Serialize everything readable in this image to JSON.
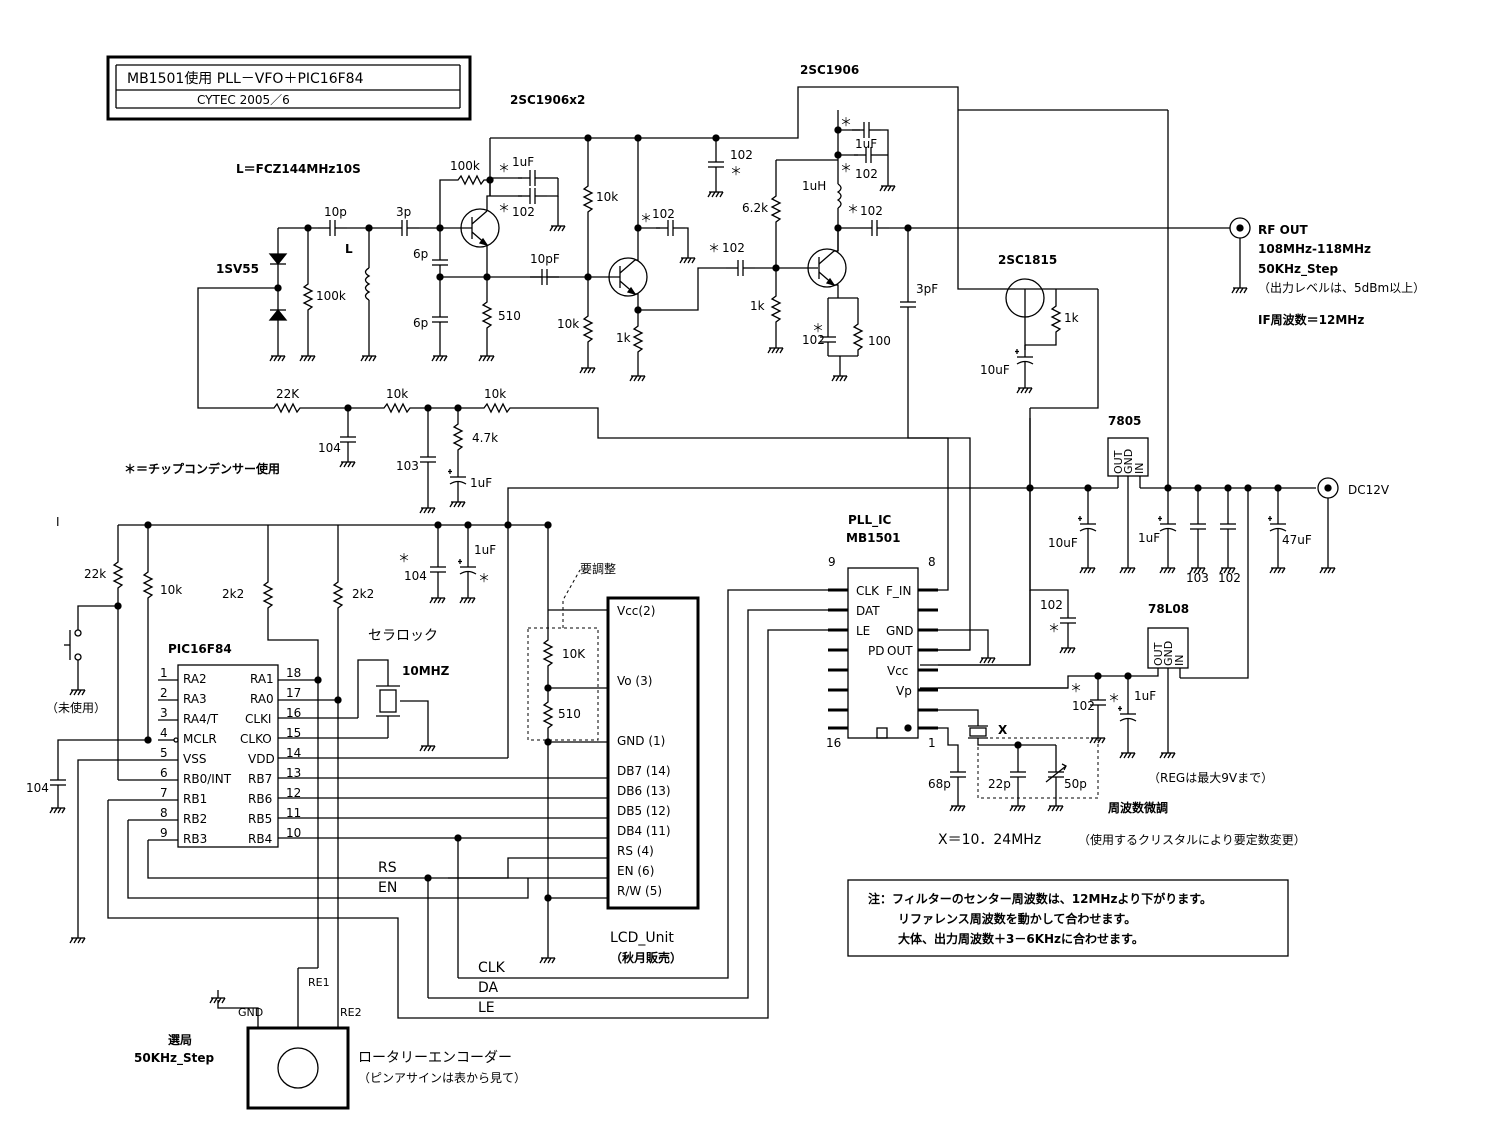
{
  "title_box": {
    "title": "MB1501使用 PLL－VFO＋PIC16F84",
    "credit": "CYTEC 2005／6"
  },
  "transistors": {
    "osc_buffer": "2SC1906x2",
    "amp": "2SC1906",
    "switch": "2SC1815"
  },
  "coil": {
    "spec": "L＝FCZ144MHz10S",
    "ref": "L"
  },
  "varicap": "1SV55",
  "rf_out": {
    "label": "RF OUT",
    "range": "108MHz-118MHz",
    "step": "50KHz_Step",
    "level_note": "（出力レベルは、5dBm以上）",
    "if_freq": "IF周波数＝12MHz"
  },
  "chip_note": "＊＝チップコンデンサー使用",
  "regulators": {
    "r1": "7805",
    "r2": "78L08",
    "pins": [
      "OUT",
      "GND",
      "IN"
    ],
    "reg_note": "（REGは最大9Vまで）"
  },
  "dc_in": "DC12V",
  "pll": {
    "label": "PLL_IC",
    "part": "MB1501",
    "pins_left": [
      "CLK",
      "DAT",
      "LE"
    ],
    "pins_right": [
      "F_IN",
      "GND",
      "OUT",
      "Vcc",
      "Vp"
    ],
    "pd_label": "PD",
    "pin9": "9",
    "pin8": "8",
    "pin16": "16",
    "pin1": "1"
  },
  "mcu": {
    "part": "PIC16F84",
    "left_names": [
      "RA2",
      "RA3",
      "RA4/T",
      "MCLR",
      "VSS",
      "RB0/INT",
      "RB1",
      "RB2",
      "RB3"
    ],
    "left_nums": [
      "1",
      "2",
      "3",
      "4",
      "5",
      "6",
      "7",
      "8",
      "9"
    ],
    "right_names": [
      "RA1",
      "RA0",
      "CLKI",
      "CLKO",
      "VDD",
      "RB7",
      "RB6",
      "RB5",
      "RB4"
    ],
    "right_nums": [
      "18",
      "17",
      "16",
      "15",
      "14",
      "13",
      "12",
      "11",
      "10"
    ]
  },
  "ceramic": {
    "label": "セラロック",
    "freq": "10MHZ"
  },
  "lcd": {
    "pins": [
      "Vcc(2)",
      "Vo (3)",
      "GND (1)",
      "DB7 (14)",
      "DB6 (13)",
      "DB5 (12)",
      "DB4 (11)",
      "RS  (4)",
      "EN  (6)",
      "R/W (5)"
    ],
    "name": "LCD_Unit",
    "vendor": "（秋月販売）",
    "adjust": "要調整"
  },
  "signals": {
    "rs": "RS",
    "en": "EN",
    "clk": "CLK",
    "da": "DA",
    "le": "LE"
  },
  "encoder": {
    "title": "選局",
    "step": "50KHz_Step",
    "gnd": "GND",
    "re1": "RE1",
    "re2": "RE2",
    "name": "ロータリーエンコーダー",
    "note": "（ピンアサインは表から見て）"
  },
  "unused": "（未使用）",
  "crystal": {
    "x": "X",
    "freq": "X＝10．24MHz",
    "note": "（使用するクリスタルにより要定数変更）",
    "trim": "周波数微調"
  },
  "notes": {
    "n1": "注：フィルターのセンター周波数は、12MHzより下がります。",
    "n2": "リファレンス周波数を動かして合わせます。",
    "n3": "大体、出力周波数＋3－6KHzに合わせます。"
  },
  "components": {
    "r100k_b": "100k",
    "c1u_a": "1uF",
    "c102_a": "102",
    "r10k_a": "10k",
    "c102_b": "102",
    "c102_top": "102",
    "c1u_top": "1uF",
    "c102_c": "102",
    "l1uh": "1uH",
    "r62k": "6.2k",
    "c102_out": "102",
    "c10p": "10p",
    "c3p": "3p",
    "c6p_a": "6p",
    "c6p_b": "6p",
    "r100k_v": "100k",
    "r510": "510",
    "c10pF": "10pF",
    "r10k_b": "10k",
    "r1k_a": "1k",
    "c102_d": "102",
    "r1k_b": "1k",
    "c102_e": "102",
    "r100": "100",
    "c3pF": "3pF",
    "r1k_c": "1k",
    "c10u_a": "10uF",
    "r22K": "22K",
    "r10k_c": "10k",
    "r10k_d": "10k",
    "c104_a": "104",
    "c103_a": "103",
    "r47k": "4.7k",
    "c1u_b": "1uF",
    "c10u_b": "10uF",
    "c1u_c": "1uF",
    "c103_b": "103",
    "c102_f": "102",
    "c47u": "47uF",
    "c102_g": "102",
    "c102_h": "102",
    "c1u_d": "1uF",
    "c22p": "22p",
    "c50p": "50p",
    "c68p": "68p",
    "r22k": "22k",
    "r10k_e": "10k",
    "r2k2_a": "2k2",
    "r2k2_b": "2k2",
    "c104_b": "104",
    "c1u_e": "1uF",
    "c104_c": "104",
    "r10K_lcd": "10K",
    "r510_lcd": "510",
    "star": "＊",
    "mark_i": "I"
  }
}
